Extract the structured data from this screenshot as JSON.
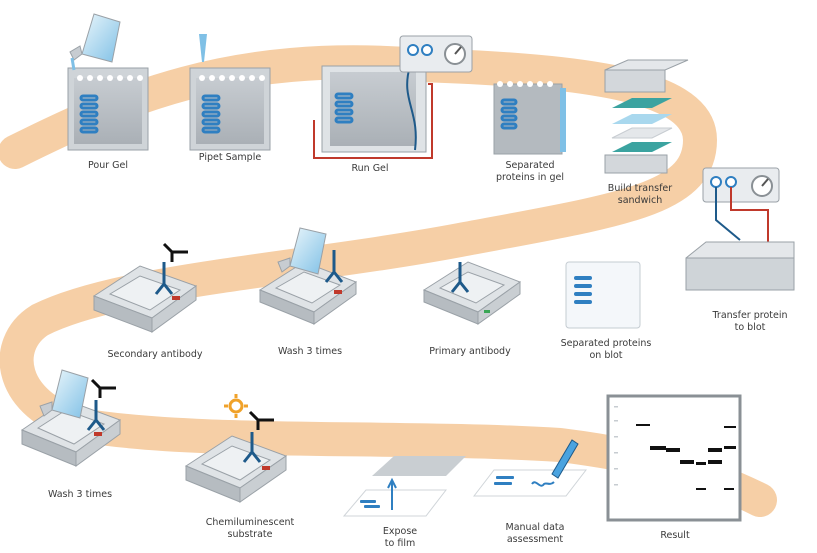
{
  "colors": {
    "path": "#f6cfa6",
    "gel_blue": "#2f7fc1",
    "antibody_blue": "#1e5a8a",
    "wire_red": "#c0392b",
    "glow": "#f0a22a"
  },
  "steps": {
    "pour_gel": "Pour Gel",
    "pipet_sample": "Pipet Sample",
    "run_gel": "Run Gel",
    "separated_in_gel": "Separated\nproteins in gel",
    "build_sandwich": "Build transfer\nsandwich",
    "transfer_protein": "Transfer protein\nto blot",
    "separated_on_blot": "Separated proteins\non blot",
    "primary_antibody": "Primary antibody",
    "wash_3_times_top": "Wash 3 times",
    "secondary_antibody": "Secondary antibody",
    "wash_3_times_bottom": "Wash 3 times",
    "chemiluminescent": "Chemiluminescent\nsubstrate",
    "expose_film": "Expose\nto film",
    "manual_assessment": "Manual data\nassessment",
    "result": "Result"
  }
}
